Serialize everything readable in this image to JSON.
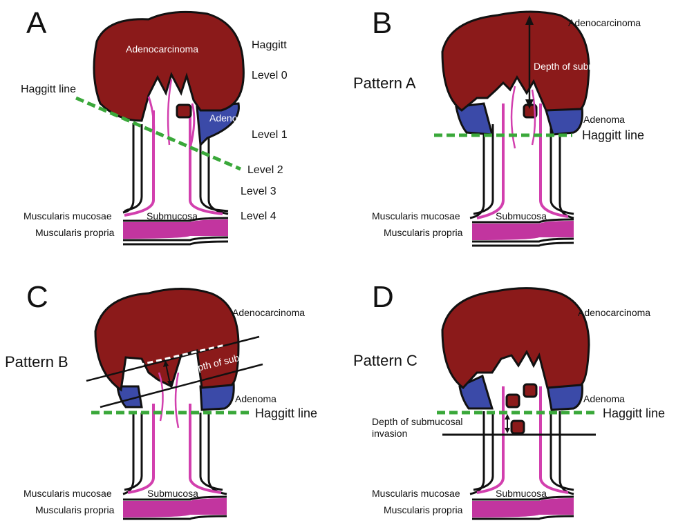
{
  "colors": {
    "adenocarcinoma": "#8b1a1a",
    "adenoma": "#3b4aa8",
    "muscularis_propria": "#c2359f",
    "submucosa_vessel": "#d23fae",
    "haggitt_line": "#3aa83a",
    "outline": "#111111"
  },
  "panels": {
    "A": {
      "letter": "A",
      "adenocarcinoma": "Adenocarcinoma",
      "adenoma": "Adenoma",
      "haggitt_title": "Haggitt",
      "haggitt_line": "Haggitt line",
      "levels": [
        "Level 0",
        "Level 1",
        "Level 2",
        "Level 3",
        "Level 4"
      ],
      "muscularis_mucosae": "Muscularis mucosae",
      "muscularis_propria": "Muscularis propria",
      "submucosa": "Submucosa"
    },
    "B": {
      "letter": "B",
      "pattern": "Pattern A",
      "adenocarcinoma": "Adenocarcinoma",
      "depth": "Depth of submucosal invasion",
      "adenoma": "Adenoma",
      "haggitt_line": "Haggitt line",
      "muscularis_mucosae": "Muscularis mucosae",
      "muscularis_propria": "Muscularis propria",
      "submucosa": "Submucosa"
    },
    "C": {
      "letter": "C",
      "pattern": "Pattern B",
      "adenocarcinoma": "Adenocarcinoma",
      "depth": "Depth of submucosal invasion",
      "adenoma": "Adenoma",
      "haggitt_line": "Haggitt line",
      "muscularis_mucosae": "Muscularis mucosae",
      "muscularis_propria": "Muscularis propria",
      "submucosa": "Submucosa"
    },
    "D": {
      "letter": "D",
      "pattern": "Pattern C",
      "adenocarcinoma": "Adenocarcinoma",
      "depth_line1": "Depth of submucosal",
      "depth_line2": "invasion",
      "adenoma": "Adenoma",
      "haggitt_line": "Haggitt line",
      "muscularis_mucosae": "Muscularis mucosae",
      "muscularis_propria": "Muscularis propria",
      "submucosa": "Submucosa"
    }
  }
}
